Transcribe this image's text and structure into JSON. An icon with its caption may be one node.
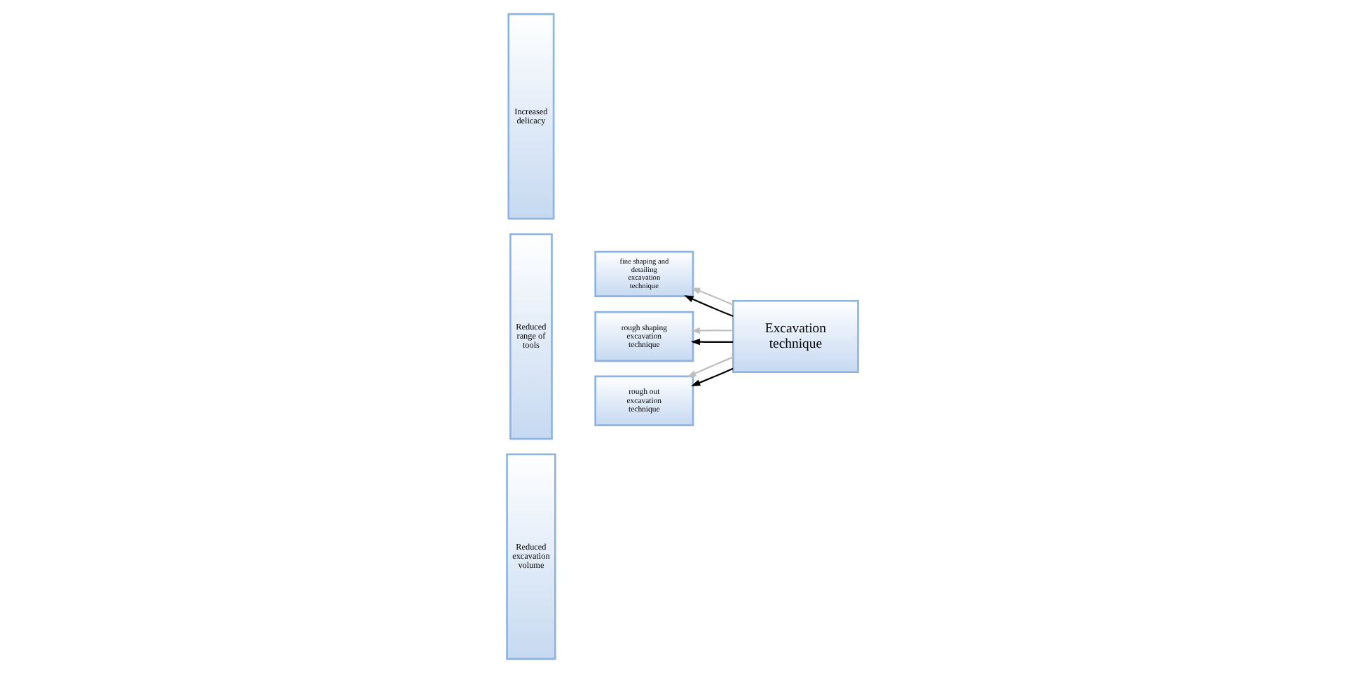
{
  "diagram": {
    "nodes": [
      {
        "text": [
          "Increased delicacy"
        ]
      },
      {
        "text": [
          "Reduced range of tools"
        ]
      },
      {
        "text": [
          "Reduced excavation volume"
        ]
      },
      {
        "text": [
          "fine shaping and detailing excavation technique"
        ]
      },
      {
        "text": [
          "rough shaping excavation technique"
        ]
      },
      {
        "text": [
          "rough out excavation technique"
        ]
      },
      {
        "text": [
          "Excavation technique"
        ]
      }
    ],
    "edges": [
      {
        "from": 6,
        "to": 3,
        "arrow": "to"
      },
      {
        "from": 6,
        "to": 4,
        "arrow": "to"
      },
      {
        "from": 6,
        "to": 5,
        "arrow": "to"
      },
      {
        "from": 6,
        "to": 3,
        "arrow": "to",
        "color": "#bfbfbf"
      },
      {
        "from": 6,
        "to": 4,
        "arrow": "to",
        "color": "#bfbfbf"
      },
      {
        "from": 6,
        "to": 5,
        "arrow": "to",
        "color": "#bfbfbf"
      }
    ]
  }
}
